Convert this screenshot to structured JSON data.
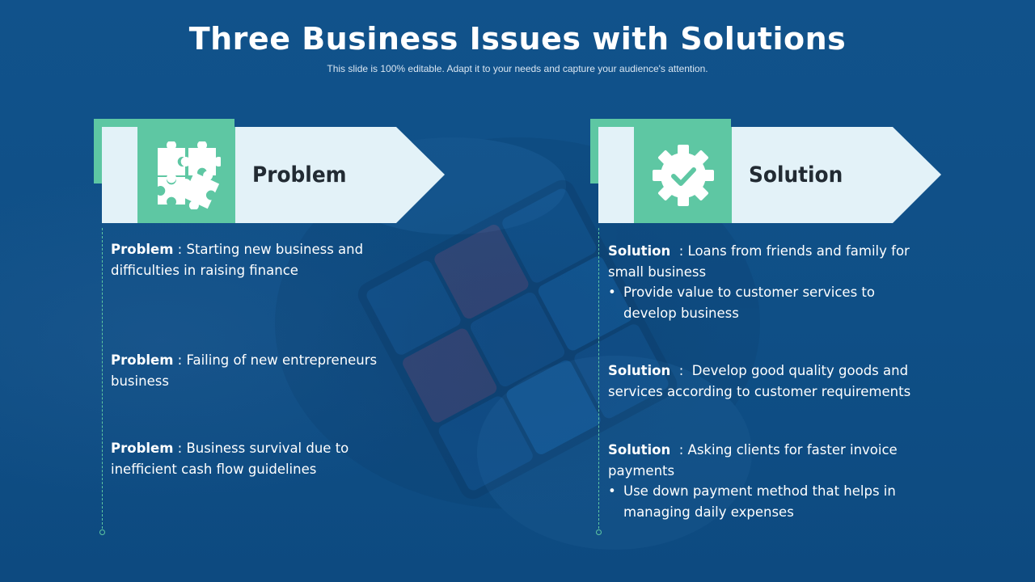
{
  "title": "Three Business Issues with Solutions",
  "subtitle": "This slide is 100% editable. Adapt it to your needs and capture your audience's attention.",
  "left": {
    "heading": "Problem",
    "icon": "puzzle-pieces-icon",
    "items": [
      {
        "label": "Problem",
        "sep": " : ",
        "lines": [
          "Starting new business and",
          "difficulties in raising finance"
        ]
      },
      {
        "label": "Problem",
        "sep": " : ",
        "lines": [
          "Failing of new entrepreneurs",
          "business"
        ]
      },
      {
        "label": "Problem",
        "sep": " : ",
        "lines": [
          "Business survival due to",
          "inefficient cash flow guidelines"
        ]
      }
    ]
  },
  "right": {
    "heading": "Solution",
    "icon": "gear-check-icon",
    "items": [
      {
        "label": "Solution",
        "sep": "  : ",
        "lines": [
          "Loans from friends and family for",
          "small business"
        ],
        "bullet": [
          "Provide value to customer services to",
          "develop business"
        ]
      },
      {
        "label": "Solution",
        "sep": "  :  ",
        "lines": [
          "Develop good quality goods and",
          "services according to customer requirements"
        ]
      },
      {
        "label": "Solution",
        "sep": "  : ",
        "lines": [
          "Asking clients for faster invoice",
          "payments"
        ],
        "bullet": [
          "Use down payment method that helps in",
          "managing daily expenses"
        ]
      }
    ]
  },
  "colors": {
    "background": "#115089",
    "accent": "#5ec7a3",
    "header_bg": "#e3f2f8",
    "text": "#ffffff"
  }
}
